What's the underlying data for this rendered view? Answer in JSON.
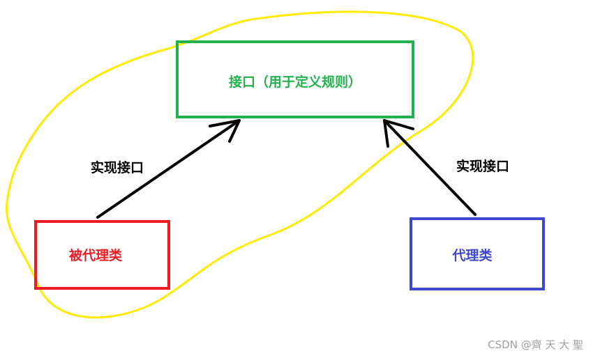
{
  "interface_box": {
    "label": "接口（用于定义规则）",
    "color": "#22b14c"
  },
  "proxied_box": {
    "label": "被代理类",
    "color": "#ed1c24"
  },
  "proxy_box": {
    "label": "代理类",
    "color": "#3f48cc"
  },
  "left_arrow": {
    "label": "实现接口"
  },
  "right_arrow": {
    "label": "实现接口"
  },
  "highlight": {
    "color": "#ffeb00"
  },
  "arrow_color": "#000000",
  "watermark": "CSDN @齊 天 大 聖"
}
